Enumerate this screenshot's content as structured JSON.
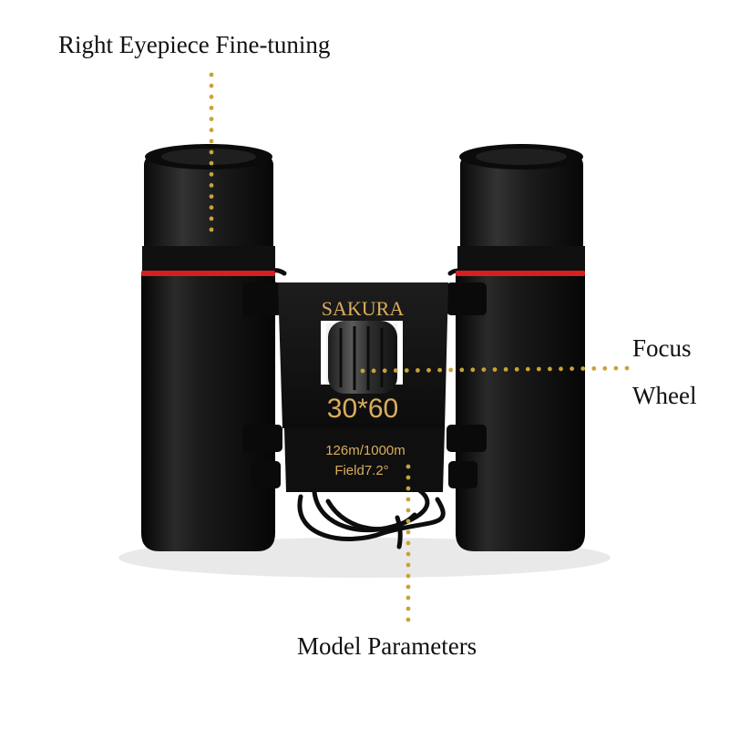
{
  "callouts": {
    "eyepiece": "Right Eyepiece Fine-tuning",
    "focus_line1": "Focus",
    "focus_line2": "Wheel",
    "model": "Model Parameters"
  },
  "product": {
    "brand": "SAKURA",
    "magnification": "30*60",
    "field_distance": "126m/1000m",
    "field_angle": "Field7.2°"
  },
  "colors": {
    "body": "#141414",
    "accent_ring": "#d81e1e",
    "print_gold": "#d9ad5f",
    "leader_dots": "#c8a336"
  }
}
